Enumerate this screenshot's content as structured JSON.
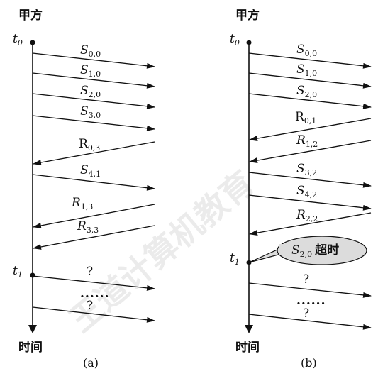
{
  "watermark": "王道计算机教育",
  "panel_a": {
    "party": "甲方",
    "time_axis_label": "时间",
    "caption": "(a)",
    "t0": {
      "main": "t",
      "sub": "0"
    },
    "t1": {
      "main": "t",
      "sub": "1"
    },
    "messages": [
      {
        "main": "S",
        "sub": "0,0",
        "italic": true
      },
      {
        "main": "S",
        "sub": "1,0",
        "italic": true
      },
      {
        "main": "S",
        "sub": "2,0",
        "italic": true
      },
      {
        "main": "S",
        "sub": "3,0",
        "italic": true
      },
      {
        "main": "R",
        "sub": "0,3",
        "italic": false
      },
      {
        "main": "S",
        "sub": "4,1",
        "italic": true
      },
      {
        "main": "R",
        "sub": "1,3",
        "italic": true
      },
      {
        "main": "R",
        "sub": "3,3",
        "italic": true
      },
      {
        "main": "?",
        "sub": "",
        "italic": false
      },
      {
        "main": "......",
        "sub": "",
        "italic": false
      },
      {
        "main": "?",
        "sub": "",
        "italic": false
      }
    ]
  },
  "panel_b": {
    "party": "甲方",
    "time_axis_label": "时间",
    "caption": "(b)",
    "t0": {
      "main": "t",
      "sub": "0"
    },
    "t1": {
      "main": "t",
      "sub": "1"
    },
    "timeout_bubble": {
      "main": "S",
      "sub": "2,0",
      "suffix": "超时"
    },
    "messages": [
      {
        "main": "S",
        "sub": "0,0",
        "italic": true
      },
      {
        "main": "S",
        "sub": "1,0",
        "italic": true
      },
      {
        "main": "S",
        "sub": "2,0",
        "italic": true
      },
      {
        "main": "R",
        "sub": "0,1",
        "italic": false
      },
      {
        "main": "R",
        "sub": "1,2",
        "italic": true
      },
      {
        "main": "S",
        "sub": "3,2",
        "italic": true
      },
      {
        "main": "S",
        "sub": "4,2",
        "italic": true
      },
      {
        "main": "R",
        "sub": "2,2",
        "italic": true
      },
      {
        "main": "?",
        "sub": "",
        "italic": false
      },
      {
        "main": "......",
        "sub": "",
        "italic": false
      },
      {
        "main": "?",
        "sub": "",
        "italic": false
      }
    ]
  }
}
